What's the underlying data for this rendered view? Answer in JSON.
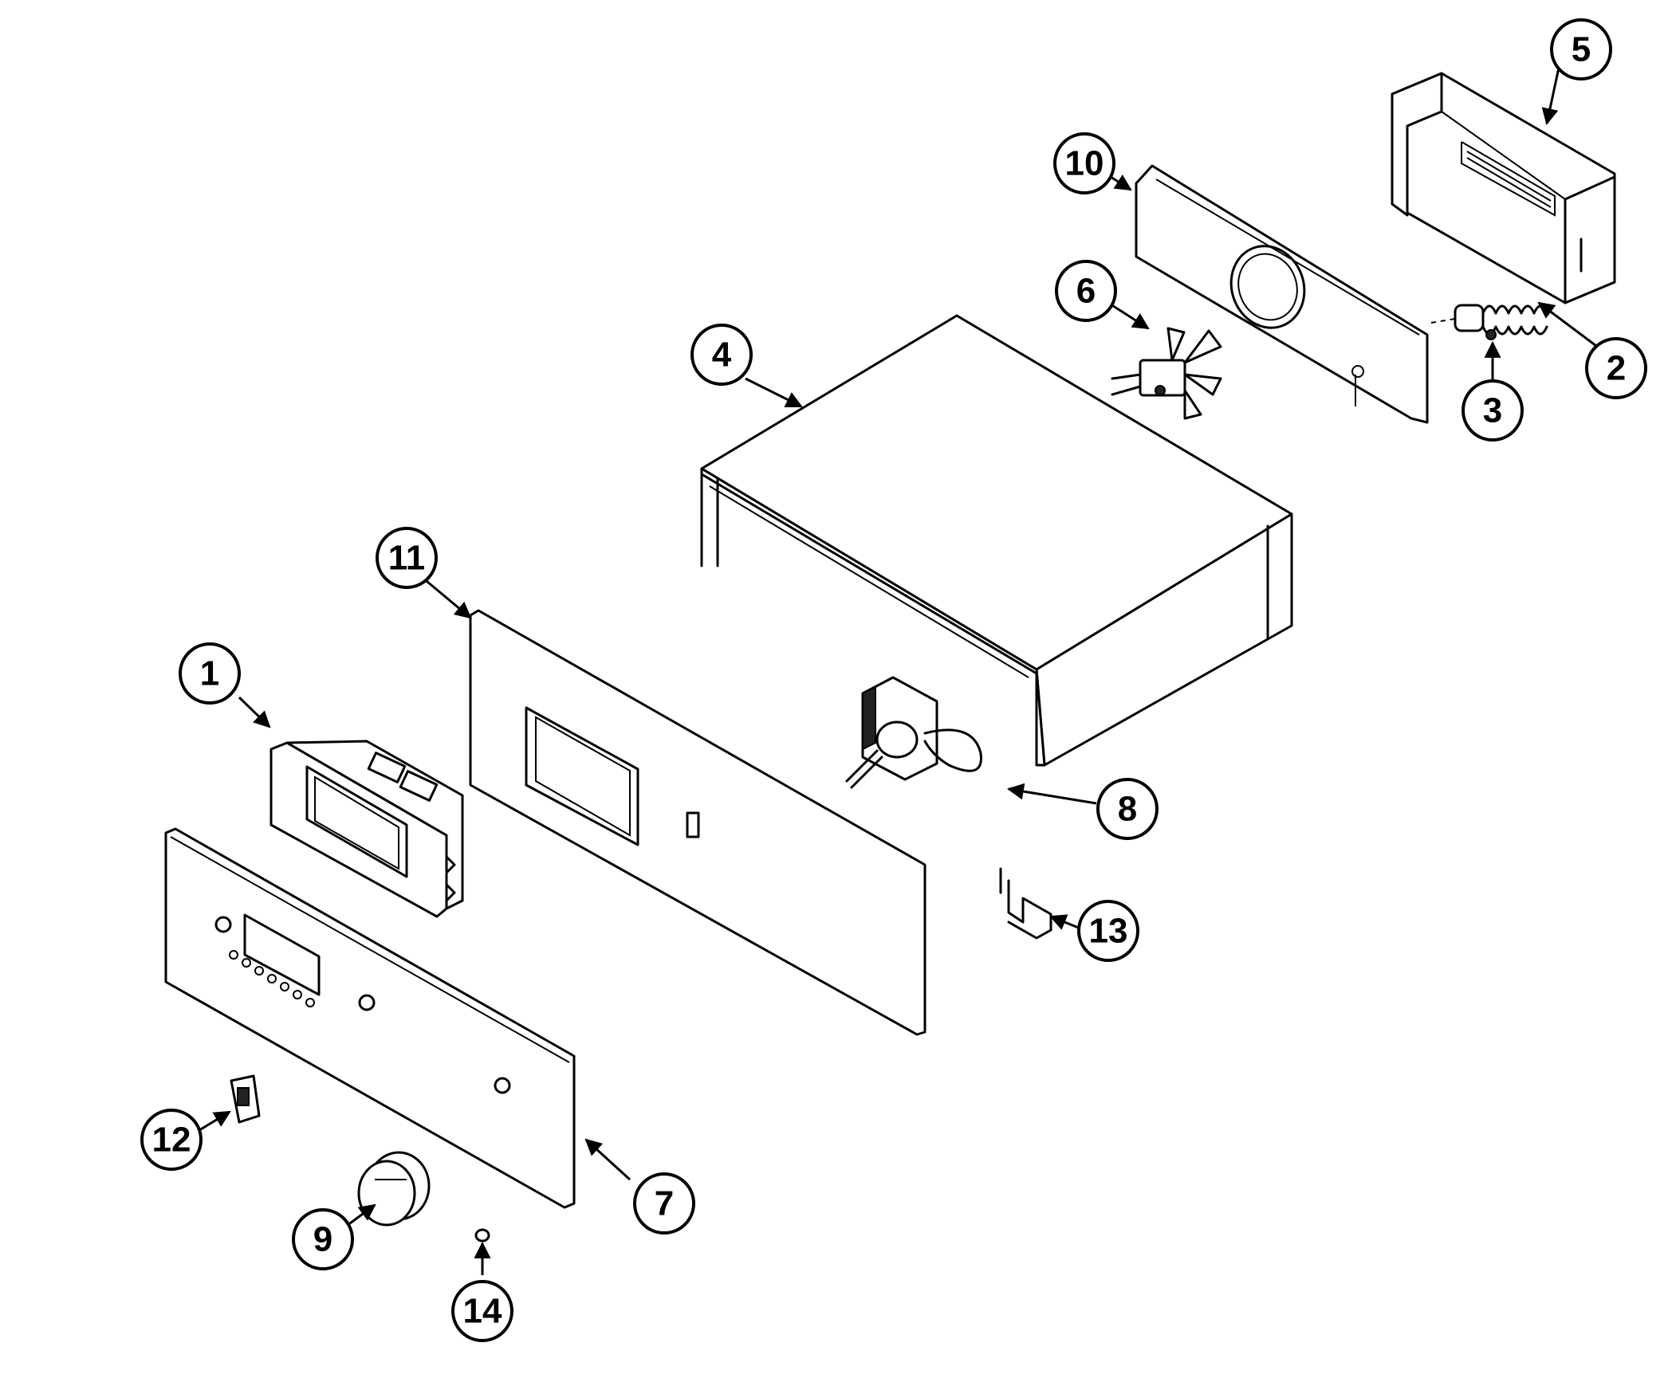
{
  "diagram": {
    "type": "exploded-parts-view",
    "callouts": [
      {
        "id": "1",
        "label": "1"
      },
      {
        "id": "2",
        "label": "2"
      },
      {
        "id": "3",
        "label": "3"
      },
      {
        "id": "4",
        "label": "4"
      },
      {
        "id": "5",
        "label": "5"
      },
      {
        "id": "6",
        "label": "6"
      },
      {
        "id": "7",
        "label": "7"
      },
      {
        "id": "8",
        "label": "8"
      },
      {
        "id": "9",
        "label": "9"
      },
      {
        "id": "10",
        "label": "10"
      },
      {
        "id": "11",
        "label": "11"
      },
      {
        "id": "12",
        "label": "12"
      },
      {
        "id": "13",
        "label": "13"
      },
      {
        "id": "14",
        "label": "14"
      }
    ],
    "parts": [
      {
        "callout": "1",
        "icon": "clock-control-module"
      },
      {
        "callout": "2",
        "icon": "spring"
      },
      {
        "callout": "3",
        "icon": "fitting"
      },
      {
        "callout": "4",
        "icon": "cover-housing"
      },
      {
        "callout": "5",
        "icon": "rear-bracket"
      },
      {
        "callout": "6",
        "icon": "fan-motor"
      },
      {
        "callout": "7",
        "icon": "control-panel"
      },
      {
        "callout": "8",
        "icon": "thermostat"
      },
      {
        "callout": "9",
        "icon": "knob"
      },
      {
        "callout": "10",
        "icon": "rear-panel"
      },
      {
        "callout": "11",
        "icon": "panel-backing"
      },
      {
        "callout": "12",
        "icon": "rocker-switch"
      },
      {
        "callout": "13",
        "icon": "clip"
      },
      {
        "callout": "14",
        "icon": "screw"
      }
    ]
  }
}
